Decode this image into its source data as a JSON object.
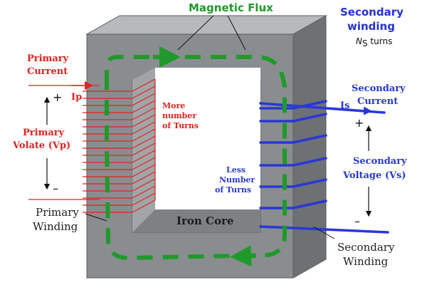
{
  "labels": {
    "magnetic_flux": "Magnetic Flux",
    "secondary_winding_title_1": "Secondary",
    "secondary_winding_title_2": "winding",
    "ns_symbol": "N",
    "ns_sub": "S",
    "ns_suffix": " turns",
    "primary_current_1": "Primary",
    "primary_current_2": "Current",
    "ip_symbol": "Ip",
    "primary_voltage_1": "Primary",
    "primary_voltage_2": "Volate (Vp)",
    "plus_primary": "+",
    "minus_primary": "–",
    "primary_winding_1": "Primary",
    "primary_winding_2": "Winding",
    "more_turns_1": "More",
    "more_turns_2": "number",
    "more_turns_3": "of Turns",
    "less_turns_1": "Less",
    "less_turns_2": "Number",
    "less_turns_3": "of Turns",
    "iron_core": "Iron Core",
    "is_symbol": "Is",
    "secondary_current_1": "Secondary",
    "secondary_current_2": "Current",
    "plus_secondary": "+",
    "secondary_voltage_1": "Secondary",
    "secondary_voltage_2": "Voltage (Vs)",
    "minus_secondary": "–",
    "secondary_winding_1": "Secondary",
    "secondary_winding_2": "Winding"
  },
  "colors": {
    "core_front": "#8a8d90",
    "core_top": "#b7b9bb",
    "core_side": "#6e7174",
    "core_inner": "#a2a5a8",
    "window": "#ffffff",
    "primary_wire": "#e0231e",
    "secondary_wire": "#2838d6",
    "flux": "#1f9a2a"
  },
  "icons": {
    "flux_arrow": "dashed-arrow-icon",
    "current_arrow": "arrow-icon"
  }
}
